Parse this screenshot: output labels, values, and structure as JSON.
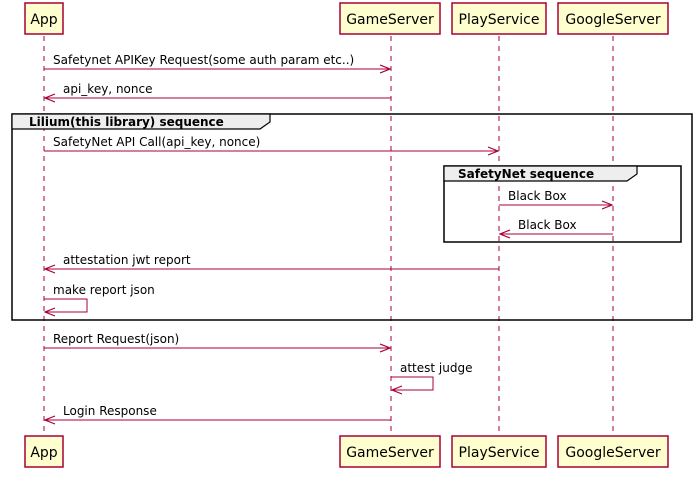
{
  "colors": {
    "participant_fill": "#FEFECE",
    "participant_border": "#A80036",
    "lifeline": "#A80036",
    "message": "#A80036",
    "group_border": "#000000",
    "group_header_fill": "#EEEEEE"
  },
  "participants": {
    "app": "App",
    "game_server": "GameServer",
    "play_service": "PlayService",
    "google_server": "GoogleServer"
  },
  "groups": {
    "lilium": "Lilium(this library) sequence",
    "safetynet": "SafetyNet sequence"
  },
  "messages": {
    "m1": "Safetynet APIKey Request(some auth param etc..)",
    "m2": "api_key, nonce",
    "m3": "SafetyNet API Call(api_key, nonce)",
    "m4": "Black Box",
    "m5": "Black Box",
    "m6": "attestation jwt report",
    "m7": "make report json",
    "m8": "Report Request(json)",
    "m9": "attest judge",
    "m10": "Login Response"
  }
}
